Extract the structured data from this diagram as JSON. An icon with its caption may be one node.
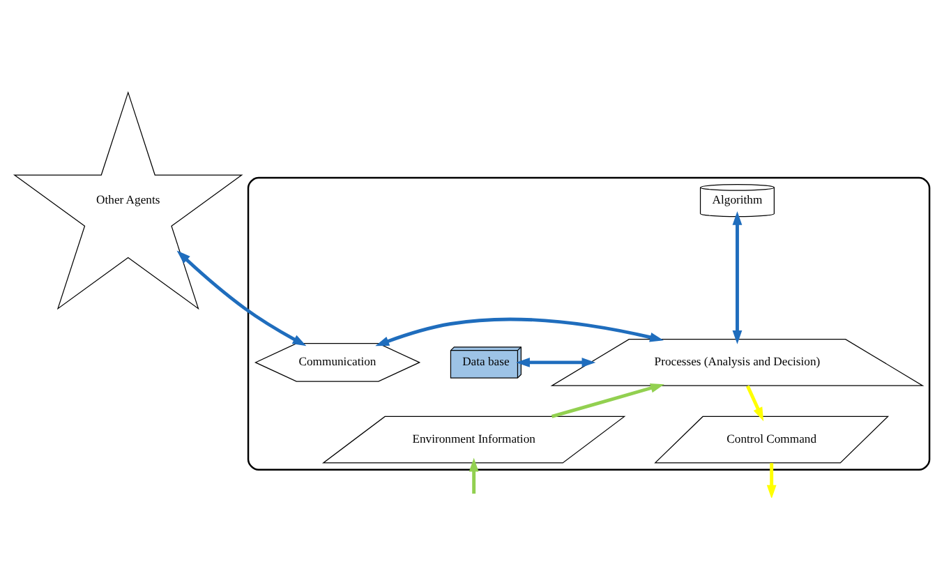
{
  "diagram": {
    "nodes": [
      {
        "text": [
          "Other Agents"
        ]
      },
      {
        "text": [],
        "shape": "box"
      },
      {
        "text": [
          "Algorithm"
        ],
        "in": 1
      },
      {
        "text": [
          "Data base"
        ],
        "in": 1
      },
      {
        "text": [
          "Processes (Analysis and Decision)"
        ],
        "in": 1
      },
      {
        "text": [
          "Communication"
        ],
        "in": 1
      },
      {
        "text": [
          "Environment Information"
        ],
        "in": 1
      },
      {
        "text": [
          "Control Command"
        ],
        "in": 1
      }
    ],
    "edges": [
      {
        "from": 0,
        "to": 5,
        "arrow": "both",
        "color": "#1f6dbd"
      },
      {
        "from": 2,
        "to": 4,
        "arrow": "both",
        "color": "#1f6dbd"
      },
      {
        "from": 3,
        "to": 4,
        "arrow": "both",
        "color": "#1f6dbd"
      },
      {
        "from": 4,
        "to": 5,
        "arrow": "both",
        "color": "#1f6dbd"
      },
      {
        "from": 6,
        "to": 4,
        "arrow": "to",
        "color": "#92d050"
      },
      {
        "from": null,
        "to": 6,
        "arrow": "to",
        "color": "#92d050"
      },
      {
        "from": 4,
        "to": 7,
        "arrow": "to",
        "color": "#ffff00"
      },
      {
        "from": 7,
        "to": null,
        "arrow": "to",
        "color": "#ffff00"
      }
    ]
  }
}
